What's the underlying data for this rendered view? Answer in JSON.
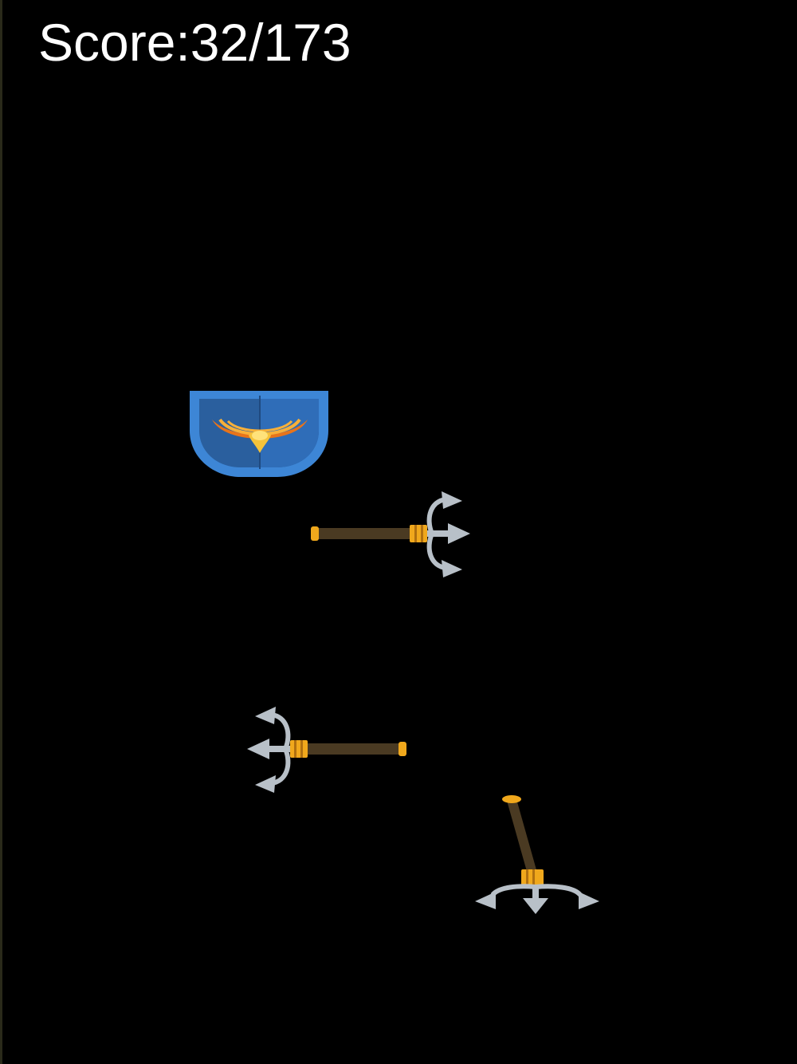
{
  "hud": {
    "score_label": "Score:",
    "score_value": "32",
    "score_separator": "/",
    "score_total": "173"
  },
  "sprites": {
    "shield": {
      "icon": "shield-icon"
    },
    "trident_right": {
      "icon": "trident-icon",
      "direction": "right"
    },
    "trident_left": {
      "icon": "trident-icon",
      "direction": "left"
    },
    "trident_down": {
      "icon": "trident-icon",
      "direction": "down"
    }
  },
  "colors": {
    "background": "#000000",
    "text": "#ffffff",
    "shield_blue": "#2f6db8",
    "shield_rim": "#3d86d6",
    "gold": "#f0a81c",
    "shaft": "#4a3a22",
    "silver": "#b8c0c8"
  }
}
